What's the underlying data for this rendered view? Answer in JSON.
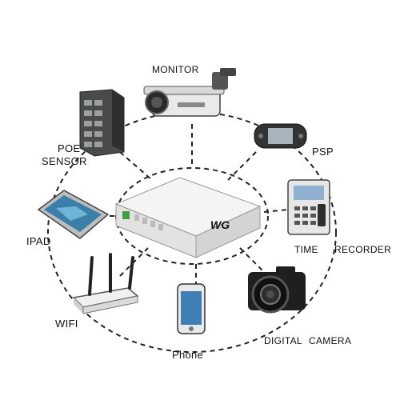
{
  "labels": {
    "monitor": "MONITOR",
    "poe_sensor_line1": "POE",
    "poe_sensor_line2": "SENSOR",
    "psp": "PSP",
    "ipad": "IPAD",
    "time_recorder_line1": "TIME",
    "time_recorder_line2": "RECORDER",
    "wifi": "WIFI",
    "digital_camera_line1": "DIGITAL",
    "digital_camera_line2": "CAMERA",
    "phone": "Phone"
  },
  "logo_text": "WG",
  "colors": {
    "line": "#222222",
    "device_body": "#f2f2f2",
    "device_shadow": "#cfcfcf",
    "accent_green": "#3fa046"
  }
}
